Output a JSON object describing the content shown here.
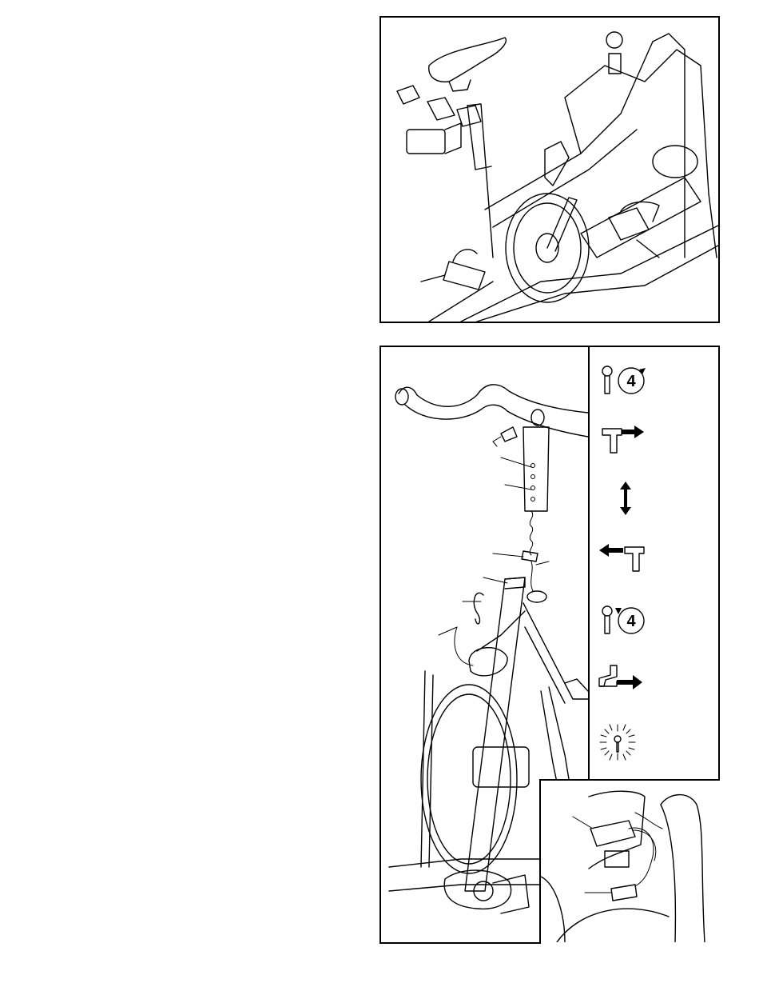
{
  "page": {
    "left_text_area": ""
  },
  "figures": {
    "top": {
      "name": "assembly-figure-pedals"
    },
    "bottom": {
      "name": "assembly-figure-handlebar-post",
      "tool_icons": [
        {
          "id": "allen-wrench-tighten",
          "icon": "allen-wrench-4mm-tighten-icon",
          "label": "4"
        },
        {
          "id": "knob-pull",
          "icon": "knob-pull-out-icon",
          "label": ""
        },
        {
          "id": "adjust-up-down",
          "icon": "double-arrow-vertical-icon",
          "label": ""
        },
        {
          "id": "knob-push",
          "icon": "knob-push-in-icon",
          "label": ""
        },
        {
          "id": "allen-wrench-loosen",
          "icon": "allen-wrench-4mm-loosen-icon",
          "label": "4"
        },
        {
          "id": "lever-pull",
          "icon": "lever-pull-out-icon",
          "label": ""
        },
        {
          "id": "do-not-pinch-wire",
          "icon": "wire-caution-burst-icon",
          "label": ""
        }
      ]
    }
  }
}
